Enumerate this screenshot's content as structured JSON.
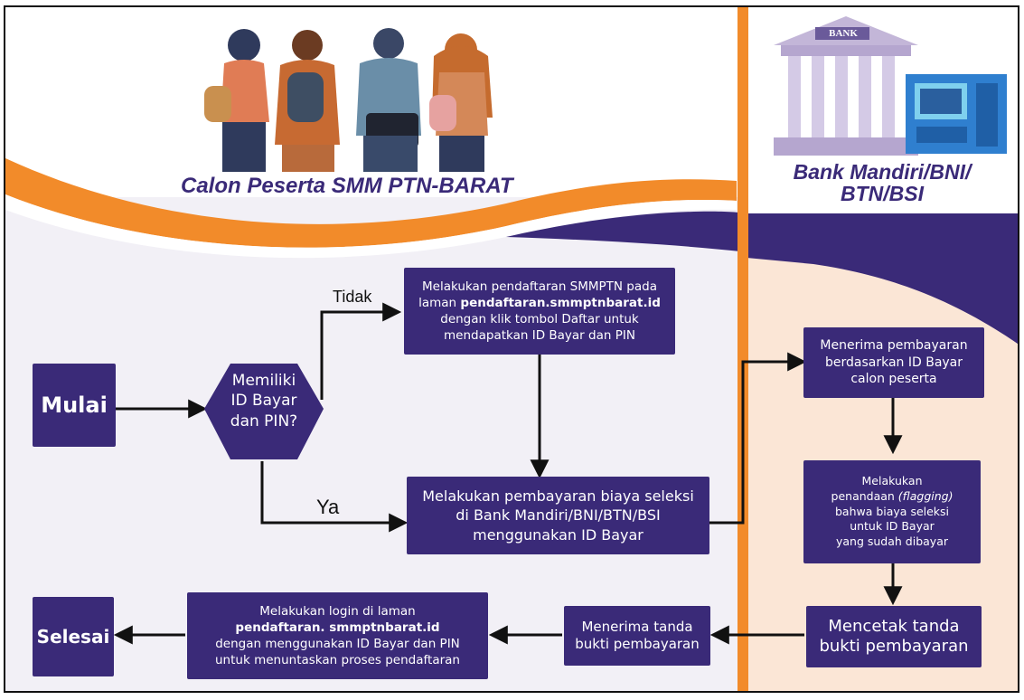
{
  "colors": {
    "primary": "#3a2a78",
    "accent": "#f28b2a",
    "bank_bg": "#fbe6d6",
    "main_bg": "#f2f0f6"
  },
  "headers": {
    "left_title": "Calon Peserta SMM PTN-BARAT",
    "right_title_line1": "Bank Mandiri/BNI/",
    "right_title_line2": "BTN/BSI",
    "bank_sign": "BANK"
  },
  "nodes": {
    "mulai": "Mulai",
    "decision": [
      "Memiliki",
      "ID Bayar",
      "dan PIN?"
    ],
    "register": {
      "line1": "Melakukan pendaftaran SMMPTN pada",
      "line2_pre": "laman ",
      "line2_bold": "pendaftaran.smmptnbarat.id",
      "line3": "dengan klik tombol Daftar untuk",
      "line4": "mendapatkan ID Bayar dan PIN"
    },
    "pay": [
      "Melakukan pembayaran biaya seleksi",
      "di Bank Mandiri/BNI/BTN/BSI",
      "menggunakan ID Bayar"
    ],
    "bank_receive": [
      "Menerima pembayaran",
      "berdasarkan ID Bayar",
      "calon peserta"
    ],
    "flagging": {
      "line1": "Melakukan",
      "line2_pre": "penandaan ",
      "line2_italic": "(flagging)",
      "line3": "bahwa biaya seleksi",
      "line4": "untuk ID Bayar",
      "line5": "yang sudah dibayar"
    },
    "print_receipt": [
      "Mencetak tanda",
      "bukti pembayaran"
    ],
    "receive_receipt": [
      "Menerima tanda",
      "bukti pembayaran"
    ],
    "login": {
      "line1": "Melakukan login di laman",
      "line2_bold": "pendaftaran. smmptnbarat.id",
      "line3": "dengan menggunakan ID Bayar dan PIN",
      "line4": "untuk menuntaskan proses pendaftaran"
    },
    "selesai": "Selesai"
  },
  "edge_labels": {
    "no": "Tidak",
    "yes": "Ya"
  },
  "icons": [
    "students-illustration",
    "bank-building-icon",
    "atm-machine-icon"
  ]
}
